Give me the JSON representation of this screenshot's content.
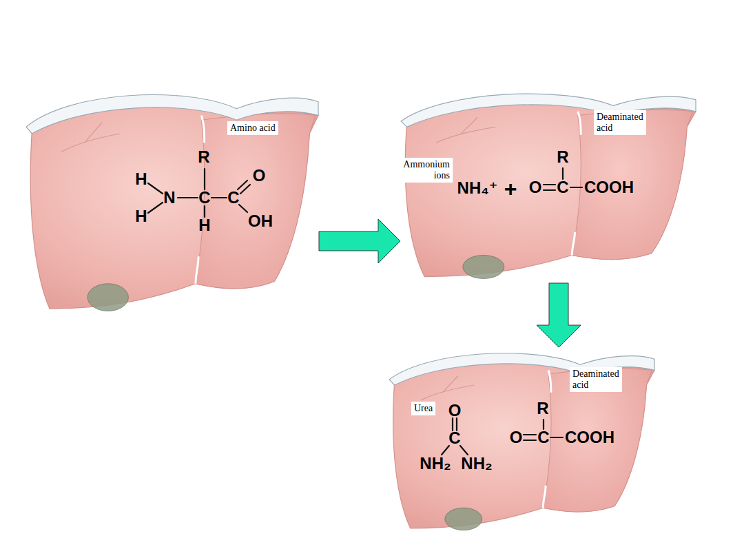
{
  "diagram": {
    "nodes": [
      {
        "text": [
          "Amino acid",
          "C",
          "H"
        ]
      },
      {
        "text": [
          "H",
          "N",
          "H"
        ],
        "in": 0
      },
      {
        "text": [
          "R"
        ],
        "in": 0
      },
      {
        "text": [
          "C",
          "O",
          "OH"
        ],
        "in": 0
      },
      {
        "text": [
          "Ammonium ions",
          "NH₄⁺",
          "+",
          "Deaminated acid",
          "O",
          "C",
          "COOH"
        ]
      },
      {
        "text": [
          "R"
        ],
        "in": 4
      },
      {
        "text": [
          "Urea",
          "O",
          "C",
          "NH₂",
          "NH₂",
          "Deaminated acid",
          "O",
          "C",
          "COOH"
        ]
      },
      {
        "text": [
          "R"
        ],
        "in": 6
      }
    ],
    "edges": [
      {
        "from": 0,
        "to": 4,
        "arrow": "to"
      },
      {
        "from": 4,
        "to": 6,
        "arrow": "to"
      }
    ]
  }
}
